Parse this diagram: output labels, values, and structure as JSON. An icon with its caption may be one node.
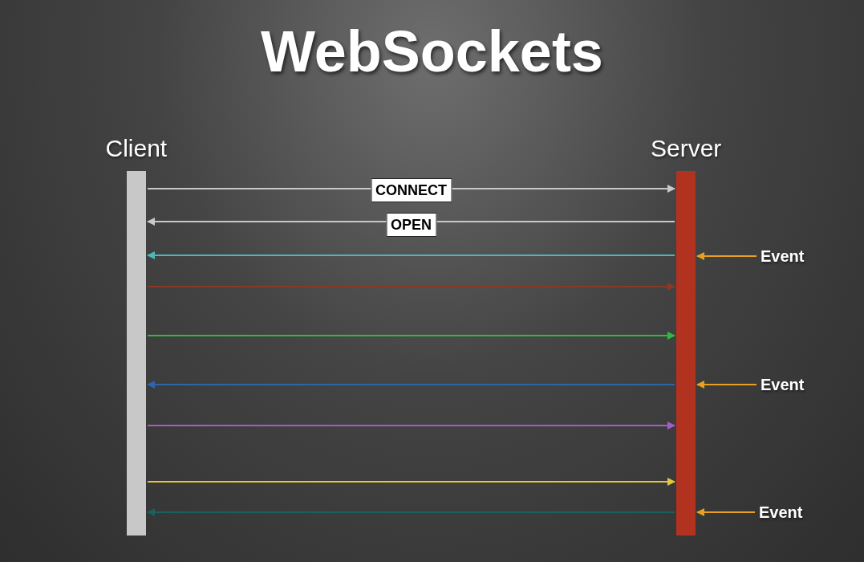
{
  "diagram": {
    "title": "WebSockets",
    "nodes": [
      {
        "text": [
          "Client"
        ]
      },
      {
        "text": [
          "Server"
        ]
      },
      {
        "text": [
          "Event"
        ]
      },
      {
        "text": [
          "Event"
        ]
      },
      {
        "text": [
          "Event"
        ]
      }
    ],
    "edges": [
      {
        "from": 0,
        "to": 1,
        "arrow": "to",
        "label": "CONNECT",
        "color": "#c8c8c8"
      },
      {
        "from": 1,
        "to": 0,
        "arrow": "to",
        "label": "OPEN",
        "color": "#c8c8c8"
      },
      {
        "from": 1,
        "to": 0,
        "arrow": "to",
        "color": "#4fb6b8"
      },
      {
        "from": 0,
        "to": 1,
        "arrow": "to",
        "color": "#8a3a22"
      },
      {
        "from": 0,
        "to": 1,
        "arrow": "to",
        "color": "#2fba3f"
      },
      {
        "from": 1,
        "to": 0,
        "arrow": "to",
        "color": "#2f65a8"
      },
      {
        "from": 0,
        "to": 1,
        "arrow": "to",
        "color": "#a55cc8"
      },
      {
        "from": 0,
        "to": 1,
        "arrow": "to",
        "color": "#e8c43a"
      },
      {
        "from": 1,
        "to": 0,
        "arrow": "to",
        "color": "#1c5f5c"
      },
      {
        "from": 2,
        "to": 1,
        "arrow": "to",
        "color": "#e8a020"
      },
      {
        "from": 3,
        "to": 1,
        "arrow": "to",
        "color": "#e8a020"
      },
      {
        "from": 4,
        "to": 1,
        "arrow": "to",
        "color": "#e8a020"
      }
    ]
  }
}
